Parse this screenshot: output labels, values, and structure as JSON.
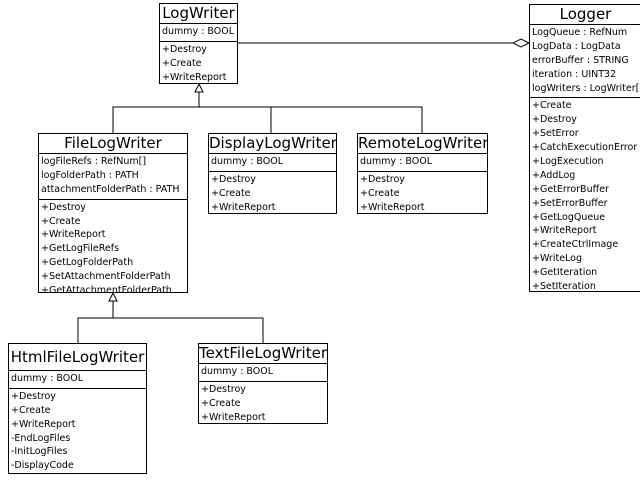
{
  "colors": {
    "line": "#000000",
    "fill": "#ffffff"
  },
  "classes": {
    "logwriter": {
      "name": "LogWriter",
      "attributes": [
        "dummy : BOOL"
      ],
      "operations": [
        "+Destroy",
        "+Create",
        "+WriteReport"
      ]
    },
    "logger": {
      "name": "Logger",
      "attributes": [
        "LogQueue : RefNum",
        "LogData : LogData",
        "errorBuffer : STRING",
        "iteration : UINT32",
        "logWriters : LogWriter[]"
      ],
      "operations": [
        "+Create",
        "+Destroy",
        "+SetError",
        "+CatchExecutionError",
        "+LogExecution",
        "+AddLog",
        "+GetErrorBuffer",
        "+SetErrorBuffer",
        "+GetLogQueue",
        "+WriteReport",
        "+CreateCtrlImage",
        "+WriteLog",
        "+GetIteration",
        "+SetIteration"
      ]
    },
    "filelogwriter": {
      "name": "FileLogWriter",
      "attributes": [
        "logFileRefs : RefNum[]",
        "logFolderPath : PATH",
        "attachmentFolderPath : PATH"
      ],
      "operations": [
        "+Destroy",
        "+Create",
        "+WriteReport",
        "+GetLogFileRefs",
        "+GetLogFolderPath",
        "+SetAttachmentFolderPath",
        "+GetAttachmentFolderPath"
      ]
    },
    "displaylogwriter": {
      "name": "DisplayLogWriter",
      "attributes": [
        "dummy : BOOL"
      ],
      "operations": [
        "+Destroy",
        "+Create",
        "+WriteReport"
      ]
    },
    "remotelogwriter": {
      "name": "RemoteLogWriter",
      "attributes": [
        "dummy : BOOL"
      ],
      "operations": [
        "+Destroy",
        "+Create",
        "+WriteReport"
      ]
    },
    "htmlfilelogwriter": {
      "name": "HtmlFileLogWriter",
      "attributes": [
        "dummy : BOOL"
      ],
      "operations": [
        "+Destroy",
        "+Create",
        "+WriteReport",
        "-EndLogFiles",
        "-InitLogFiles",
        "-DisplayCode"
      ]
    },
    "textfilelogwriter": {
      "name": "TextFileLogWriter",
      "attributes": [
        "dummy : BOOL"
      ],
      "operations": [
        "+Destroy",
        "+Create",
        "+WriteReport"
      ]
    }
  }
}
